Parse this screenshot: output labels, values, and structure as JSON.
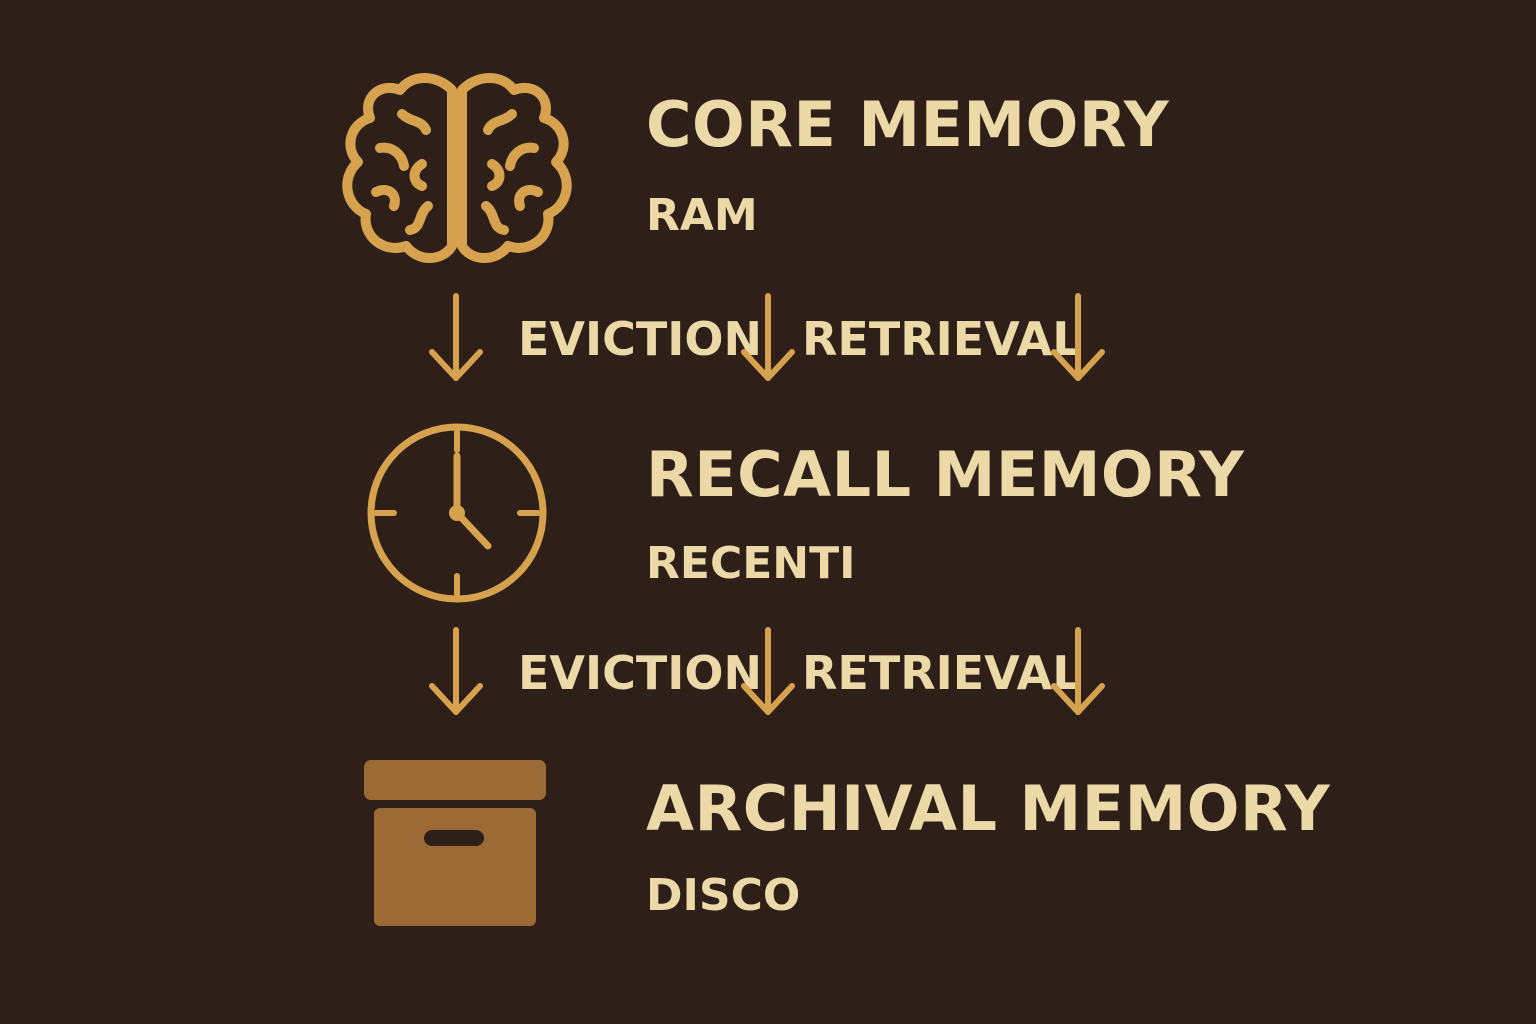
{
  "colors": {
    "background": "#2e2018",
    "accent": "#d6a24e",
    "text": "#ecd9a8",
    "box": "#9c6a35"
  },
  "tiers": [
    {
      "icon": "brain-icon",
      "title": "CORE MEMORY",
      "subtitle": "RAM"
    },
    {
      "icon": "clock-icon",
      "title": "RECALL MEMORY",
      "subtitle": "RECENTI"
    },
    {
      "icon": "archive-box-icon",
      "title": "ARCHIVAL MEMORY",
      "subtitle": "DISCO"
    }
  ],
  "flows": [
    {
      "eviction": "EVICTION",
      "retrieval": "RETRIEVAL"
    },
    {
      "eviction": "EVICTION",
      "retrieval": "RETRIEVAL"
    }
  ]
}
